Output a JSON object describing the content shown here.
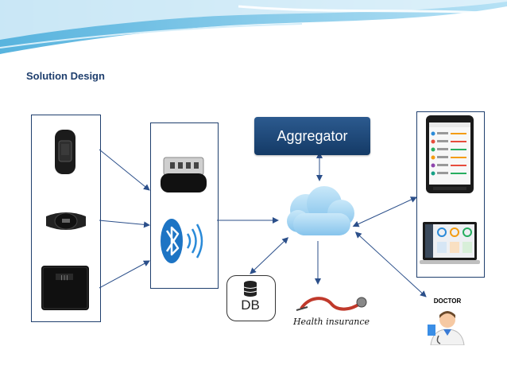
{
  "slide": {
    "title": "Solution Design"
  },
  "labels": {
    "aggregator": "Aggregator",
    "db": "DB",
    "health_insurance": "Health insurance",
    "doctor": "DOCTOR"
  },
  "colors": {
    "border": "#1f3f6e",
    "arrow": "#2b4f8a",
    "cloud": "#9fd0f0",
    "title": "#1f3f6e",
    "aggregator_bg": "#1c4a7e"
  },
  "icons": [
    "fitness-band-icon",
    "heart-rate-strap-icon",
    "smart-scale-icon",
    "usb-dongle-icon",
    "bluetooth-icon",
    "cloud-icon",
    "database-icon",
    "stethoscope-icon",
    "doctor-icon",
    "smartphone-icon",
    "laptop-icon"
  ]
}
